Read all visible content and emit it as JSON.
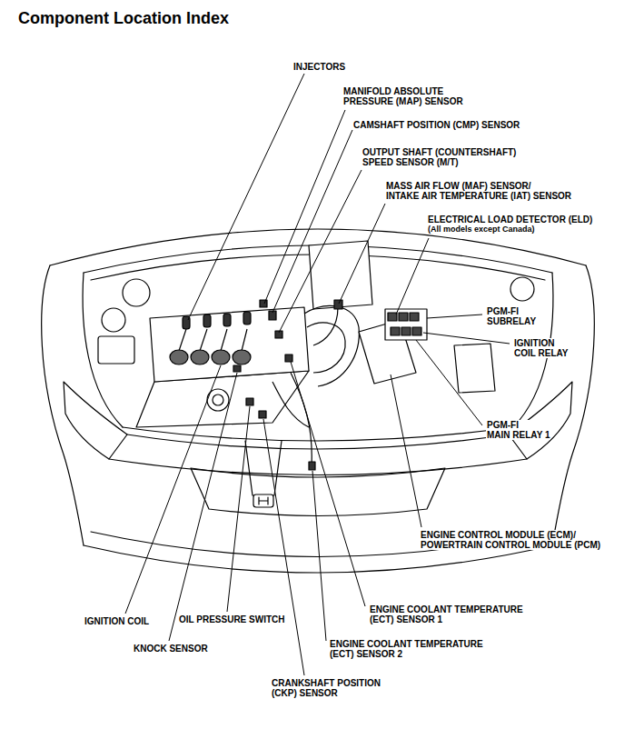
{
  "diagram": {
    "title": "Component Location Index",
    "labels": [
      "INJECTORS",
      "MANIFOLD ABSOLUTE PRESSURE (MAP) SENSOR",
      "CAMSHAFT POSITION (CMP) SENSOR",
      "OUTPUT SHAFT (COUNTERSHAFT) SPEED SENSOR (M/T)",
      "MASS AIR FLOW (MAF) SENSOR/ INTAKE AIR TEMPERATURE (IAT) SENSOR",
      "ELECTRICAL LOAD DETECTOR (ELD)",
      "(All models except Canada)",
      "PGM-FI SUBRELAY",
      "IGNITION COIL RELAY",
      "PGM-FI MAIN RELAY 1",
      "ENGINE CONTROL MODULE (ECM)/ POWERTRAIN CONTROL MODULE (PCM)",
      "ENGINE COOLANT TEMPERATURE (ECT) SENSOR 1",
      "IGNITION COIL",
      "OIL PRESSURE SWITCH",
      "KNOCK SENSOR",
      "ENGINE COOLANT TEMPERATURE (ECT) SENSOR 2",
      "CRANKSHAFT POSITION (CKP) SENSOR"
    ]
  }
}
